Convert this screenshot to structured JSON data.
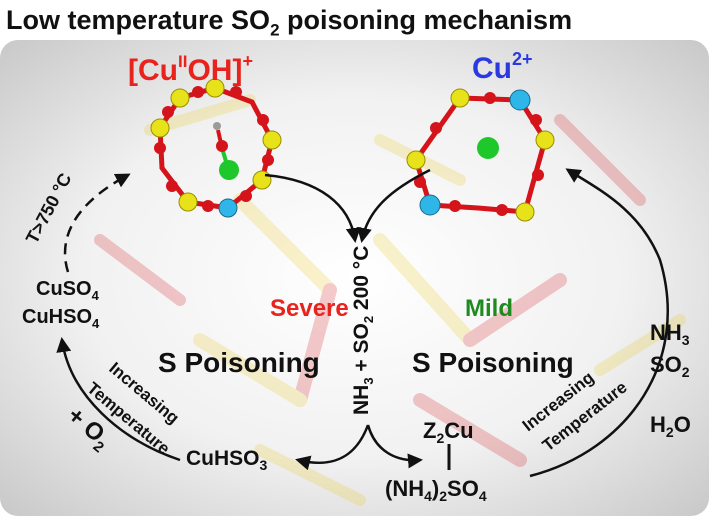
{
  "title": {
    "main": "Low temperature SO",
    "sub": "2",
    "rest": " poisoning mechanism"
  },
  "species": {
    "left": {
      "base": "[Cu",
      "sup": "II",
      "tail": "OH]",
      "charge": "+"
    },
    "right": {
      "base": "Cu",
      "sup": "2+"
    }
  },
  "labels": {
    "severe": "Severe",
    "mild": "Mild",
    "s_poisoning_left": "S Poisoning",
    "s_poisoning_right": "S Poisoning",
    "temperature_threshold": "T>750 °C",
    "reactant_center": {
      "a": "NH",
      "a_sub": "3",
      "b": " + SO",
      "b_sub": "2",
      "c": " 200 °C"
    },
    "cuso4": {
      "text": "CuSO",
      "sub": "4"
    },
    "cuhso4": {
      "text": "CuHSO",
      "sub": "4"
    },
    "cuhso3": {
      "text": "CuHSO",
      "sub": "3"
    },
    "z2cu": {
      "a": "Z",
      "a_sub": "2",
      "b": "Cu"
    },
    "nh4so4": {
      "a": "(NH",
      "a_sub": "4",
      "b": ")",
      "b_sub": "2",
      "c": "SO",
      "c_sub": "4"
    },
    "plus_o2": {
      "a": "+ O",
      "a_sub": "2"
    },
    "nh3": {
      "a": "NH",
      "a_sub": "3"
    },
    "so2": {
      "a": "SO",
      "a_sub": "2"
    },
    "h2o": {
      "a": "H",
      "a_sub": "2",
      "b": "O"
    },
    "increasing": "Increasing",
    "temperature": "Temperature"
  },
  "colors": {
    "severe": "#e8231e",
    "mild": "#1f8a1f",
    "cu2_label": "#2b39e0",
    "cuoh_label": "#e8231e",
    "si_atom": "#e8e21a",
    "o_atom": "#d4141a",
    "al_atom": "#2fb6e8",
    "cu_atom": "#1ec82a",
    "h_atom": "#9a9a9a"
  }
}
